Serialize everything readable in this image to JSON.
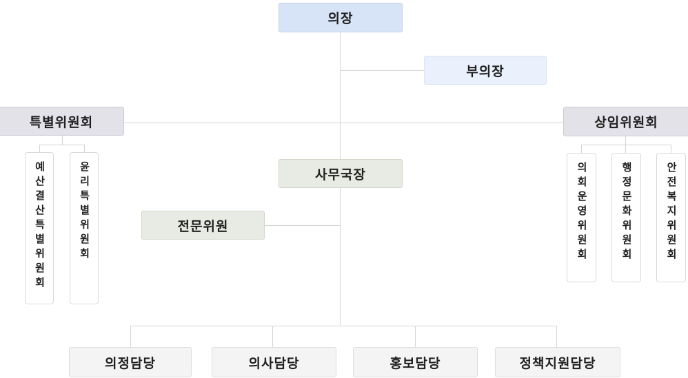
{
  "org": {
    "chairman": "의장",
    "vice_chairman": "부의장",
    "special_committee": "특별위원회",
    "standing_committee": "상임위원회",
    "secretary_general": "사무국장",
    "expert_member": "전문위원",
    "special_subcommittees": [
      "예산결산특별위원회",
      "윤리특별위원회"
    ],
    "standing_subcommittees": [
      "의회운영위원회",
      "행정문화위원회",
      "안전복지위원회"
    ],
    "departments": [
      "의정담당",
      "의사담당",
      "홍보담당",
      "정책지원담당"
    ]
  },
  "colors": {
    "chairman_fill": "#d7e4f8",
    "vice_chairman_fill": "#eaf1fc",
    "committee_fill": "#e4e2e9",
    "secretariat_fill": "#e8ebe3",
    "department_fill": "#f5f4f4",
    "subcommittee_fill": "#ffffff",
    "connector_line": "#d4d4d4",
    "text": "#1f1f1f"
  }
}
